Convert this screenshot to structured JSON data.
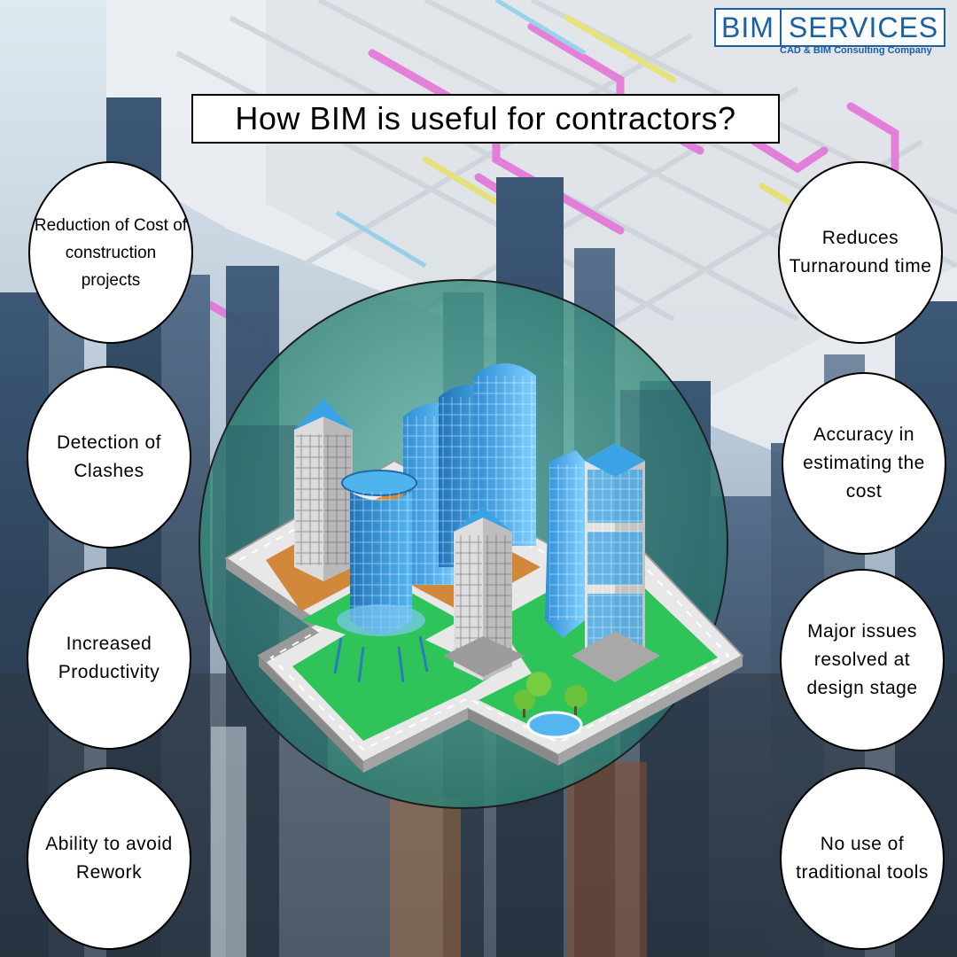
{
  "logo": {
    "word1": "BIM",
    "word2": "SERVICES",
    "tagline": "CAD & BIM Consulting Company",
    "color": "#1d5fa3"
  },
  "title": "How BIM is useful for contractors?",
  "left_benefits": [
    {
      "label": "Reduction of Cost of construction projects"
    },
    {
      "label": "Detection of Clashes"
    },
    {
      "label": "Increased Productivity"
    },
    {
      "label": "Ability to avoid Rework"
    }
  ],
  "right_benefits": [
    {
      "label": "Reduces Turnaround time"
    },
    {
      "label": "Accuracy in estimating the cost"
    },
    {
      "label": "Major issues resolved at design stage"
    },
    {
      "label": "No use of traditional tools"
    }
  ],
  "colors": {
    "lens": "#2f8f84",
    "grass": "#2ec45a",
    "glass": "#3aa3e6",
    "pipes": "#e66fd6"
  }
}
